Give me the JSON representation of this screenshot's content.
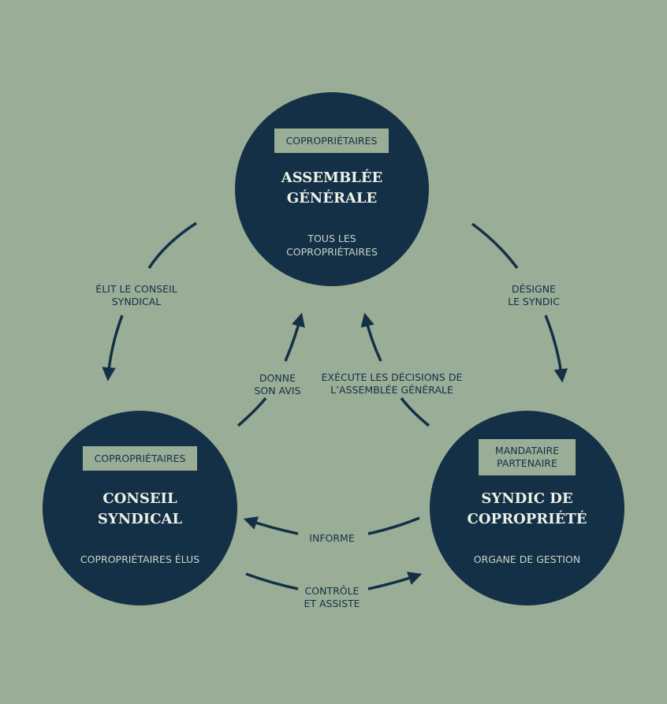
{
  "colors": {
    "background": "#9aae97",
    "node_fill": "#143047",
    "title_text": "#ecf0e6",
    "subtitle_text": "#c9d4c6",
    "arrow": "#143047"
  },
  "nodes": {
    "assemblee": {
      "tag": "COPROPRIÉTAIRES",
      "title": "ASSEMBLÉE\nGÉNÉRALE",
      "subtitle": "TOUS LES\nCOPROPRIÉTAIRES"
    },
    "conseil": {
      "tag": "COPROPRIÉTAIRES",
      "title": "CONSEIL\nSYNDICAL",
      "subtitle": "COPROPRIÉTAIRES ÉLUS"
    },
    "syndic": {
      "tag": "MANDATAIRE\nPARTENAIRE",
      "title": "SYNDIC DE\nCOPROPRIÉTÉ",
      "subtitle": "ORGANE DE GESTION"
    }
  },
  "edges": {
    "elit": "ÉLIT LE CONSEIL\nSYNDICAL",
    "designe": "DÉSIGNE\nLE SYNDIC",
    "donne_avis": "DONNE\nSON AVIS",
    "execute": "EXÉCUTE LES DÉCISIONS DE\nL’ASSEMBLÉE GÉNÉRALE",
    "informe": "INFORME",
    "controle": "CONTRÔLE\nET ASSISTE"
  }
}
